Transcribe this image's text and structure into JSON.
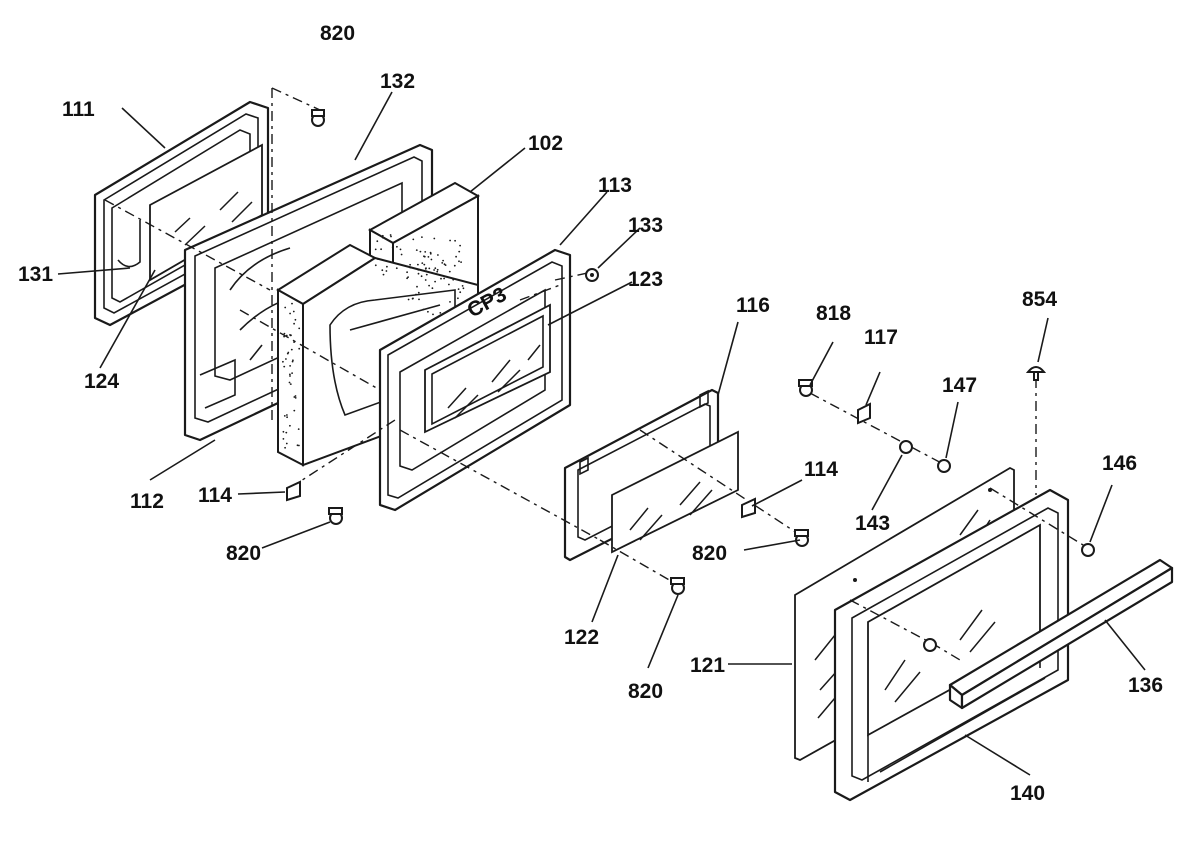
{
  "diagram": {
    "callouts": [
      {
        "id": "label-820-top",
        "text": "820"
      },
      {
        "id": "label-111",
        "text": "111"
      },
      {
        "id": "label-132",
        "text": "132"
      },
      {
        "id": "label-102",
        "text": "102"
      },
      {
        "id": "label-113",
        "text": "113"
      },
      {
        "id": "label-133",
        "text": "133"
      },
      {
        "id": "label-123",
        "text": "123"
      },
      {
        "id": "label-131",
        "text": "131"
      },
      {
        "id": "label-124",
        "text": "124"
      },
      {
        "id": "label-112",
        "text": "112"
      },
      {
        "id": "label-114-left",
        "text": "114"
      },
      {
        "id": "label-820-left",
        "text": "820"
      },
      {
        "id": "label-116",
        "text": "116"
      },
      {
        "id": "label-818",
        "text": "818"
      },
      {
        "id": "label-117",
        "text": "117"
      },
      {
        "id": "label-854",
        "text": "854"
      },
      {
        "id": "label-147",
        "text": "147"
      },
      {
        "id": "label-114-right",
        "text": "114"
      },
      {
        "id": "label-146",
        "text": "146"
      },
      {
        "id": "label-143",
        "text": "143"
      },
      {
        "id": "label-820-mid",
        "text": "820"
      },
      {
        "id": "label-122",
        "text": "122"
      },
      {
        "id": "label-820-bottom",
        "text": "820"
      },
      {
        "id": "label-121",
        "text": "121"
      },
      {
        "id": "label-136",
        "text": "136"
      },
      {
        "id": "label-140",
        "text": "140"
      }
    ],
    "decal_text": "CP3"
  }
}
